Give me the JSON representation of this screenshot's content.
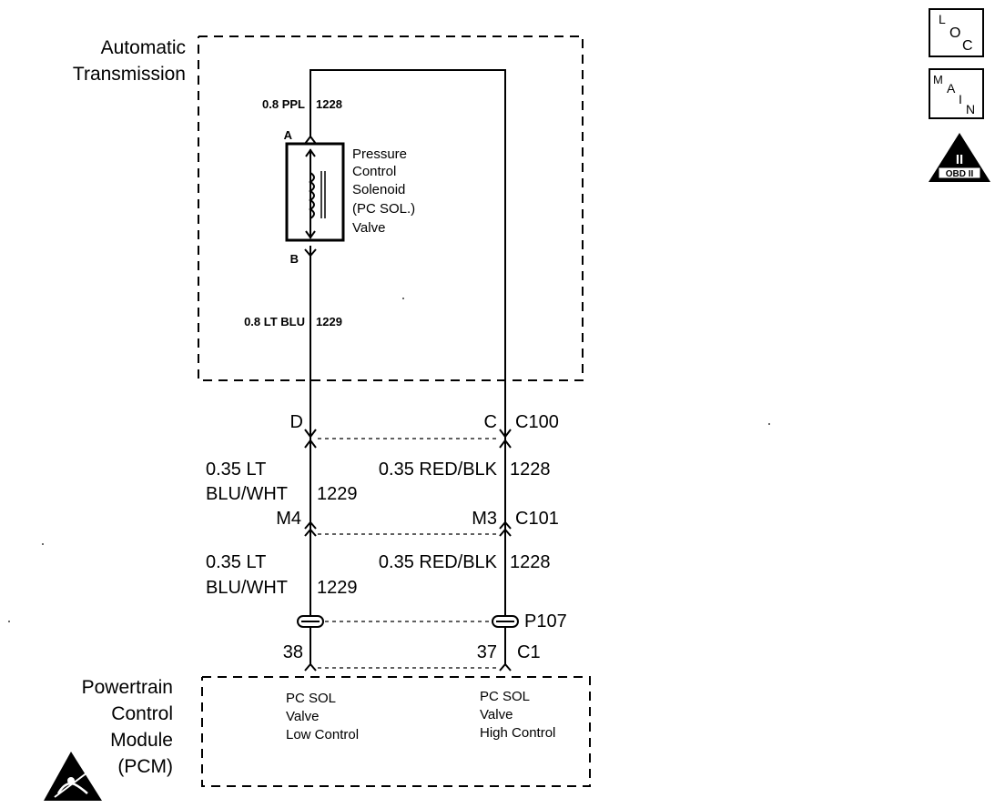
{
  "diagram": {
    "transmission": {
      "title_line1": "Automatic",
      "title_line2": "Transmission"
    },
    "solenoid": {
      "label_lines": [
        "Pressure",
        "Control",
        "Solenoid",
        "(PC SOL.)",
        "Valve"
      ],
      "terminal_a": "A",
      "terminal_b": "B"
    },
    "wires": {
      "top_wire": "0.8 PPL",
      "top_circuit": "1228",
      "bottom_wire": "0.8 LT BLU",
      "bottom_circuit": "1229"
    },
    "connector_c100": {
      "left_pin": "D",
      "right_pin": "C",
      "name": "C100"
    },
    "harness_upper": {
      "left_wire_line1": "0.35 LT",
      "left_wire_line2": "BLU/WHT",
      "left_circuit": "1229",
      "right_wire": "0.35 RED/BLK",
      "right_circuit": "1228"
    },
    "connector_c101": {
      "left_pin": "M4",
      "right_pin": "M3",
      "name": "C101"
    },
    "harness_lower": {
      "left_wire_line1": "0.35 LT",
      "left_wire_line2": "BLU/WHT",
      "left_circuit": "1229",
      "right_wire": "0.35 RED/BLK",
      "right_circuit": "1228"
    },
    "pass_through": {
      "name": "P107"
    },
    "connector_c1": {
      "left_pin": "38",
      "right_pin": "37",
      "name": "C1"
    },
    "pcm": {
      "title_lines": [
        "Powertrain",
        "Control",
        "Module",
        "(PCM)"
      ],
      "left_func_lines": [
        "PC SOL",
        "Valve",
        "Low Control"
      ],
      "right_func_lines": [
        "PC SOL",
        "Valve",
        "High Control"
      ]
    }
  },
  "icons": {
    "loc": {
      "l": "L",
      "o": "O",
      "c": "C"
    },
    "main": {
      "m": "M",
      "a": "A",
      "i": "I",
      "n": "N"
    },
    "obd": {
      "roman": "II",
      "text": "OBD II"
    }
  }
}
